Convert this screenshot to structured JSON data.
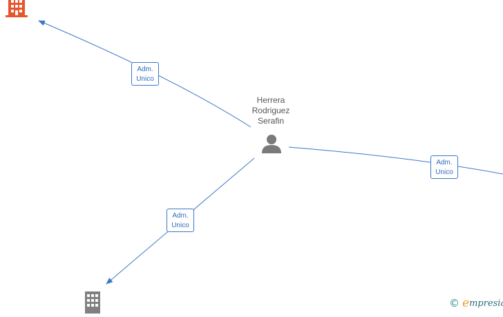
{
  "person": {
    "name_lines": [
      "Herrera",
      "Rodriguez",
      "Serafin"
    ],
    "icon": "person-icon"
  },
  "companies": [
    {
      "icon": "building-icon",
      "color": "#e8552a"
    },
    {
      "icon": "building-icon",
      "color": "#808080"
    }
  ],
  "edges": [
    {
      "label_line1": "Adm.",
      "label_line2": "Unico"
    },
    {
      "label_line1": "Adm.",
      "label_line2": "Unico"
    },
    {
      "label_line1": "Adm.",
      "label_line2": "Unico"
    }
  ],
  "colors": {
    "edge": "#3a78c8"
  },
  "brand": {
    "copyright": "©",
    "initial": "e",
    "rest": "mpresia"
  }
}
